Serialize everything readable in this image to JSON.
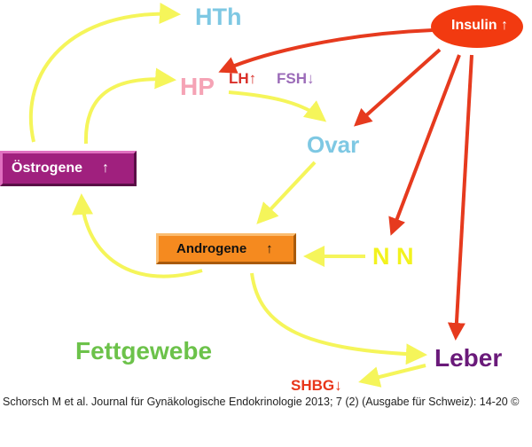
{
  "nodes": {
    "hth": {
      "label": "HTh",
      "color": "#7ec8e3"
    },
    "hp": {
      "label": "HP",
      "color": "#f5a3b5"
    },
    "lh": {
      "label": "LH",
      "arrow": "↑",
      "color": "#d9302a"
    },
    "fsh": {
      "label": "FSH",
      "arrow": "↓",
      "color": "#9b6bb8"
    },
    "ovar": {
      "label": "Ovar",
      "color": "#7ec8e3"
    },
    "insulin": {
      "label": "Insulin",
      "arrow": "↑",
      "color": "#f23a10"
    },
    "oestrogene": {
      "label": "Östrogene",
      "arrow": "↑",
      "color": "#a0207e"
    },
    "androgene": {
      "label": "Androgene",
      "arrow": "↑",
      "color": "#f58a1f"
    },
    "nn": {
      "label": "N N",
      "color": "#f2f21e"
    },
    "fettgewebe": {
      "label": "Fettgewebe",
      "color": "#6cc24a"
    },
    "leber": {
      "label": "Leber",
      "color": "#6a1a7a"
    },
    "shbg": {
      "label": "SHBG",
      "arrow": "↓",
      "color": "#e8361a"
    }
  },
  "edge_colors": {
    "yellow": "#f5f55a",
    "red": "#e63a1e"
  },
  "citation": "Schorsch M et al. Journal für Gynäkologische Endokrinologie 2013; 7 (2) (Ausgabe für Schweiz): 14-20 ©"
}
